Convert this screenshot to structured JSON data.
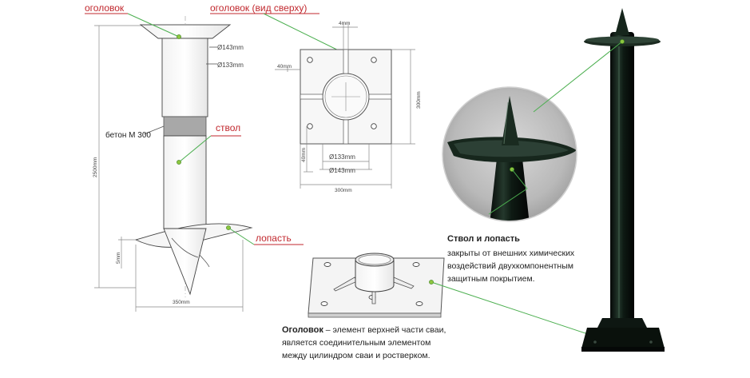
{
  "labels": {
    "head": "оголовок",
    "head_top_view": "оголовок (вид сверху)",
    "shaft": "ствол",
    "blade": "лопасть",
    "concrete": "бетон М 300"
  },
  "dimensions": {
    "d143_side": "Ø143mm",
    "d133_side": "Ø133mm",
    "length": "2500mm",
    "blade_width": "350mm",
    "gap": "5mm",
    "top_offset": "4mm",
    "left_offset": "40mm",
    "plate_side": "300mm",
    "bottom_offset": "40mm",
    "d133_top": "Ø133mm",
    "d143_top": "Ø143mm",
    "plate_bottom": "300mm"
  },
  "notes": {
    "shaft_blade": {
      "title": "Ствол и лопасть",
      "lines": [
        "закрыты от внешних  химических",
        "воздействий двухкомпонентным",
        "защитным покрытием."
      ]
    },
    "head": {
      "title": "Оголовок",
      "first_line_rest": " – элемент верхней части сваи,",
      "lines": [
        "является соединительным элементом",
        "между цилиндром сваи и ростверком."
      ]
    }
  },
  "colors": {
    "accent_red": "#c1272d",
    "leader_green": "#4caf50",
    "pile_dark": "#1b2a22"
  }
}
